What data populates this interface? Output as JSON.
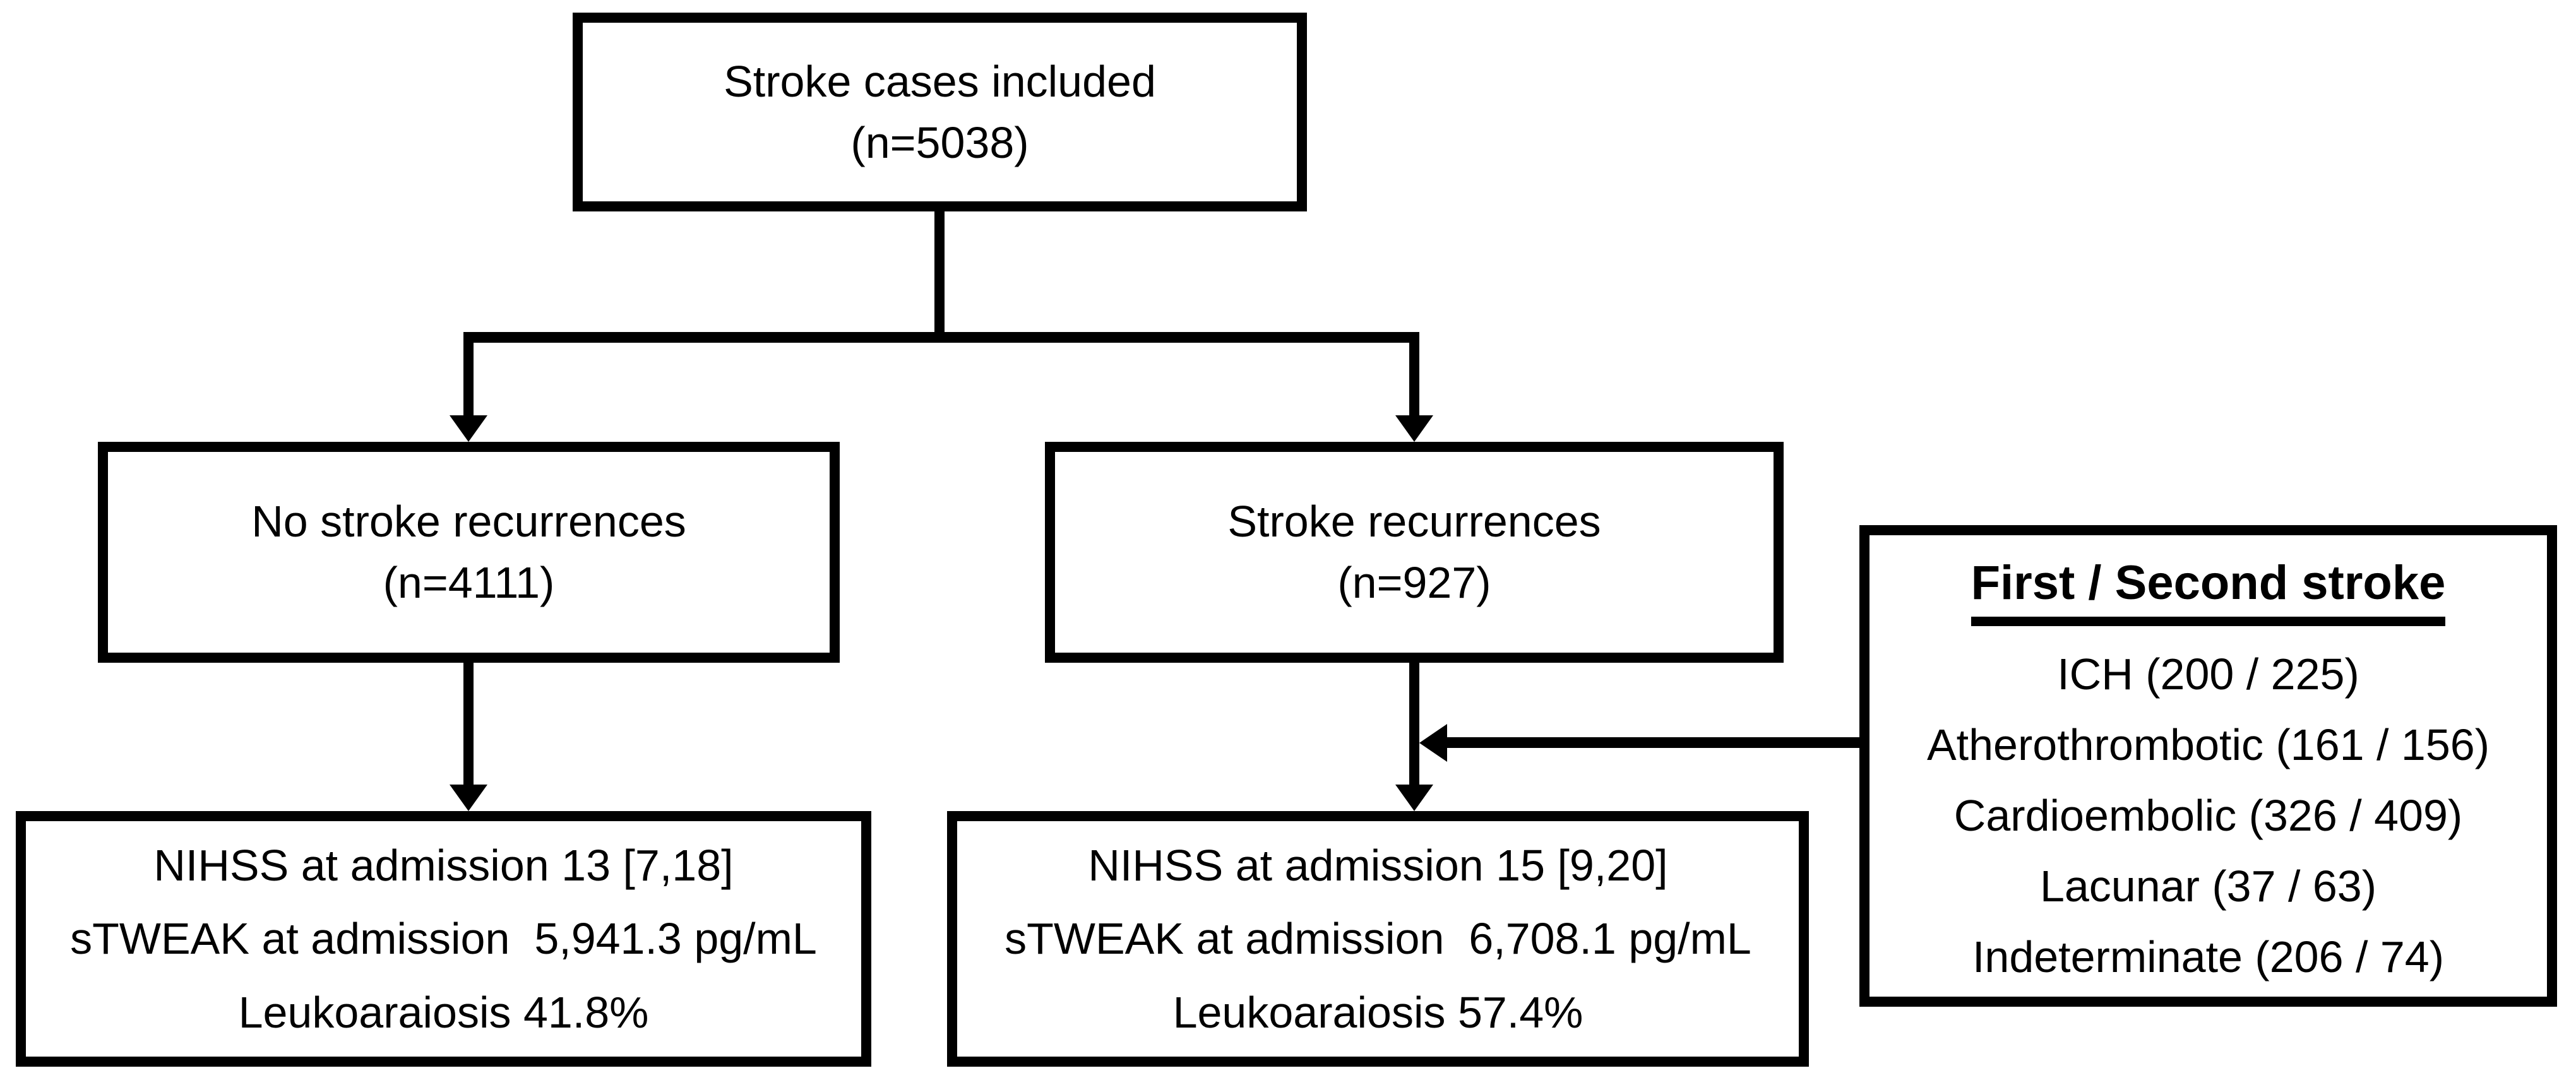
{
  "diagram": {
    "background_color": "#ffffff",
    "line_color": "#000000",
    "boxes": {
      "included": {
        "line1": "Stroke cases included",
        "line2": "(n=5038)"
      },
      "no_recurrence": {
        "line1": "No stroke recurrences",
        "line2": "(n=4111)"
      },
      "recurrence": {
        "line1": "Stroke recurrences",
        "line2": "(n=927)"
      },
      "no_recurrence_stats": {
        "line1": "NIHSS at admission 13 [7,18]",
        "line2": "sTWEAK at admission  5,941.3 pg/mL",
        "line3": "Leukoaraiosis 41.8%"
      },
      "recurrence_stats": {
        "line1": "NIHSS at admission 15 [9,20]",
        "line2": "sTWEAK at admission  6,708.1 pg/mL",
        "line3": "Leukoaraiosis 57.4%"
      },
      "stroke_types": {
        "title": "First / Second stroke",
        "items": [
          "ICH (200 / 225)",
          "Atherothrombotic (161 / 156)",
          "Cardioembolic (326 / 409)",
          "Lacunar (37 / 63)",
          "Indeterminate (206 / 74)"
        ]
      }
    }
  }
}
